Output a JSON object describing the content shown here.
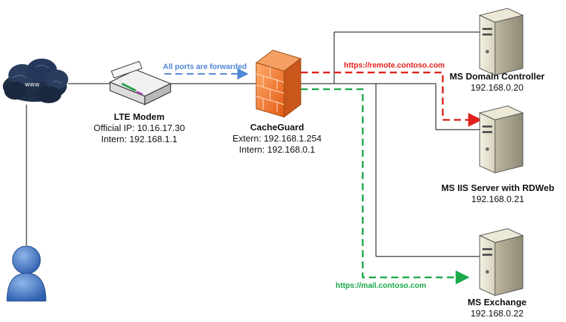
{
  "internet": {
    "label": "www"
  },
  "modem": {
    "title": "LTE Modem",
    "official_ip": "Official IP: 10.16.17.30",
    "intern": "Intern: 192.168.1.1"
  },
  "firewall": {
    "title": "CacheGuard",
    "extern": "Extern: 192.168.1.254",
    "intern": "Intern: 192.168.0.1"
  },
  "servers": [
    {
      "title": "MS Domain Controller",
      "ip": "192.168.0.20"
    },
    {
      "title": "MS IIS Server with RDWeb",
      "ip": "192.168.0.21"
    },
    {
      "title": "MS Exchange",
      "ip": "192.168.0.22"
    }
  ],
  "flows": {
    "ports_forwarded": {
      "label": "All ports are forwarded",
      "color": "#4f86d6"
    },
    "remote": {
      "label": "https://remote.contoso.com",
      "color": "#e0201b"
    },
    "mail": {
      "label": "https://mail.contoso.com",
      "color": "#1aa84a"
    }
  },
  "colors": {
    "line": "#000000",
    "cloud": "#1f2f48",
    "user": "#3a72c4",
    "firewall": "#e8722a"
  }
}
